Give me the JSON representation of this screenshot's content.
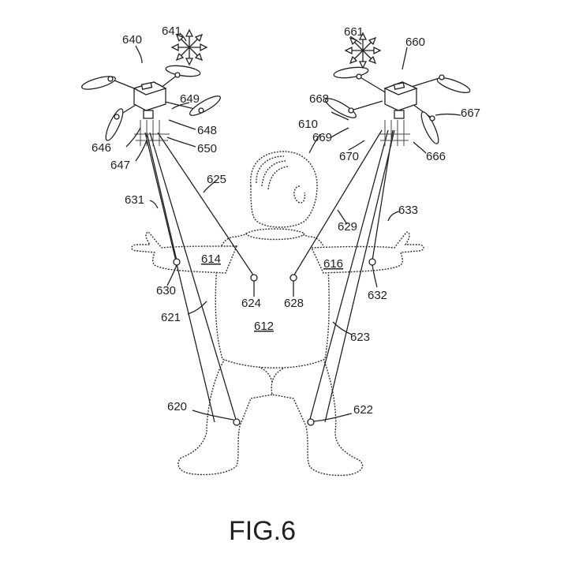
{
  "figure": {
    "caption": "FIG.6",
    "labels": {
      "user": "610",
      "torso": "612",
      "left_arm": "614",
      "right_arm": "616",
      "left_leg_anchor": "620",
      "left_leg_line": "621",
      "right_leg_anchor": "622",
      "right_leg_line": "623",
      "chest_left_anchor": "624",
      "chest_left_line": "625",
      "chest_right_anchor": "628",
      "chest_right_line": "629",
      "left_arm_anchor": "630",
      "left_arm_line": "631",
      "right_arm_anchor": "632",
      "right_arm_line": "633",
      "left_drone": "640",
      "left_drone_motion": "641",
      "left_drone_part_646": "646",
      "left_drone_part_647": "647",
      "left_drone_part_648": "648",
      "left_drone_part_649": "649",
      "left_drone_part_650": "650",
      "right_drone": "660",
      "right_drone_motion": "661",
      "right_drone_part_666": "666",
      "right_drone_part_667": "667",
      "right_drone_part_668": "668",
      "right_drone_part_669": "669",
      "right_drone_part_670": "670"
    }
  }
}
